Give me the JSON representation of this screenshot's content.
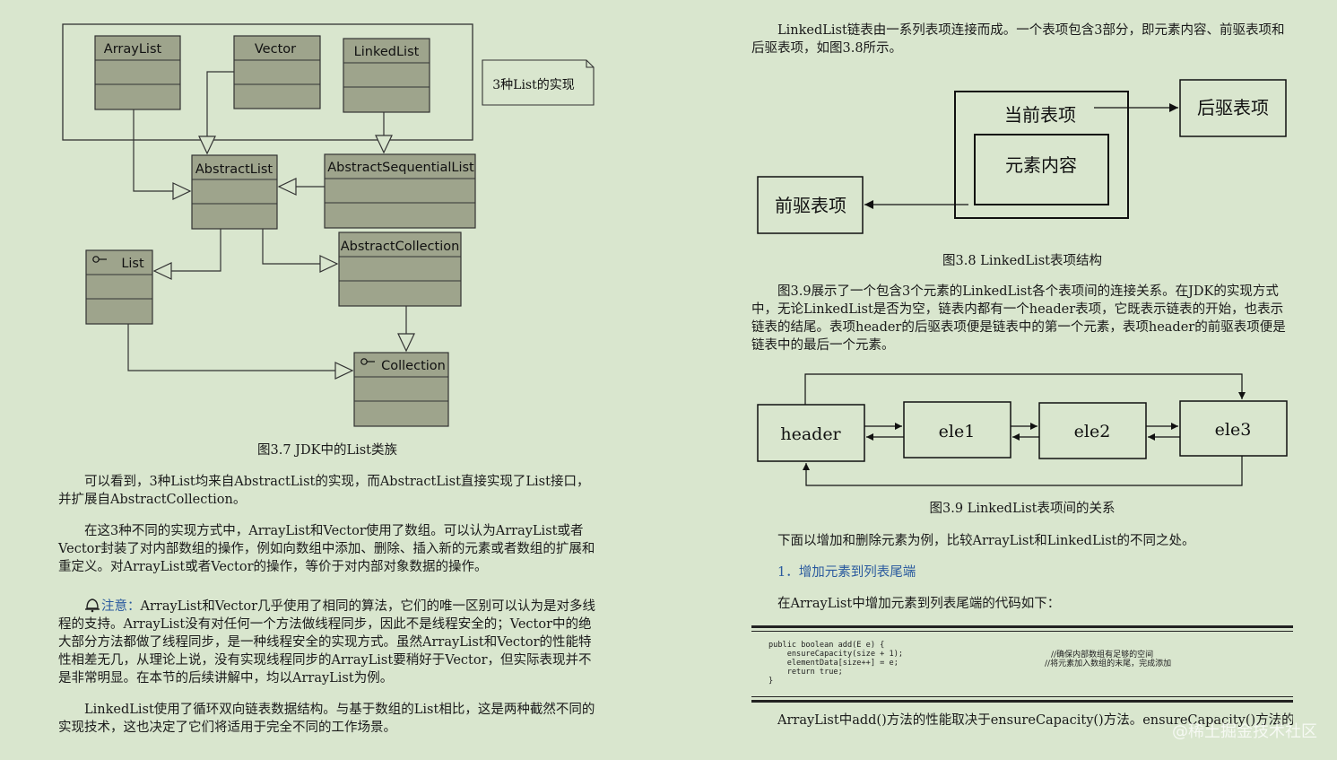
{
  "fig37": {
    "classes": {
      "arraylist": "ArrayList",
      "vector": "Vector",
      "linkedlist": "LinkedList",
      "abstractlist": "AbstractList",
      "abstractsequentiallist": "AbstractSequentialList",
      "abstractcollection": "AbstractCollection",
      "list": "List",
      "collection": "Collection"
    },
    "note": "3种List的实现",
    "caption": "图3.7    JDK中的List类族"
  },
  "left_paragraphs": {
    "p1": "可以看到，3种List均来自AbstractList的实现，而AbstractList直接实现了List接口，并扩展自AbstractCollection。",
    "p2": "在这3种不同的实现方式中，ArrayList和Vector使用了数组。可以认为ArrayList或者Vector封装了对内部数组的操作，例如向数组中添加、删除、插入新的元素或者数组的扩展和重定义。对ArrayList或者Vector的操作，等价于对内部对象数据的操作。",
    "note_label": "注意：",
    "note_text": "ArrayList和Vector几乎使用了相同的算法，它们的唯一区别可以认为是对多线程的支持。ArrayList没有对任何一个方法做线程同步，因此不是线程安全的；Vector中的绝大部分方法都做了线程同步，是一种线程安全的实现方式。虽然ArrayList和Vector的性能特性相差无几，从理论上说，没有实现线程同步的ArrayList要稍好于Vector，但实际表现并不是非常明显。在本节的后续讲解中，均以ArrayList为例。",
    "p4": "LinkedList使用了循环双向链表数据结构。与基于数组的List相比，这是两种截然不同的实现技术，这也决定了它们将适用于完全不同的工作场景。"
  },
  "right": {
    "intro": "LinkedList链表由一系列表项连接而成。一个表项包含3部分，即元素内容、前驱表项和后驱表项，如图3.8所示。",
    "fig38": {
      "current": "当前表项",
      "content": "元素内容",
      "next": "后驱表项",
      "prev": "前驱表项",
      "caption": "图3.8    LinkedList表项结构"
    },
    "p_fig39": "图3.9展示了一个包含3个元素的LinkedList各个表项间的连接关系。在JDK的实现方式中，无论LinkedList是否为空，链表内都有一个header表项，它既表示链表的开始，也表示链表的结尾。表项header的后驱表项便是链表中的第一个元素，表项header的前驱表项便是链表中的最后一个元素。",
    "fig39": {
      "nodes": [
        "header",
        "ele1",
        "ele2",
        "ele3"
      ],
      "caption": "图3.9    LinkedList表项间的关系"
    },
    "p_compare": "下面以增加和删除元素为例，比较ArrayList和LinkedList的不同之处。",
    "heading1": "1．增加元素到列表尾端",
    "p_code_intro": "在ArrayList中增加元素到列表尾端的代码如下：",
    "code": {
      "line1": "public boolean add(E e) {",
      "line2": "    ensureCapacity(size + 1);",
      "line3": "    elementData[size++] = e;",
      "line4": "    return true;",
      "line5": "}",
      "cmt1": "//确保内部数组有足够的空间",
      "cmt2": "//将元素加入数组的末尾，完成添加"
    },
    "p_last": "ArrayList中add()方法的性能取决于ensureCapacity()方法。ensureCapacity()方法的实现代"
  },
  "watermark": "@稀土掘金技术社区",
  "colors": {
    "background": "#d9e6ce",
    "uml_box": "#9ea48c",
    "heading": "#2a5a9e"
  }
}
